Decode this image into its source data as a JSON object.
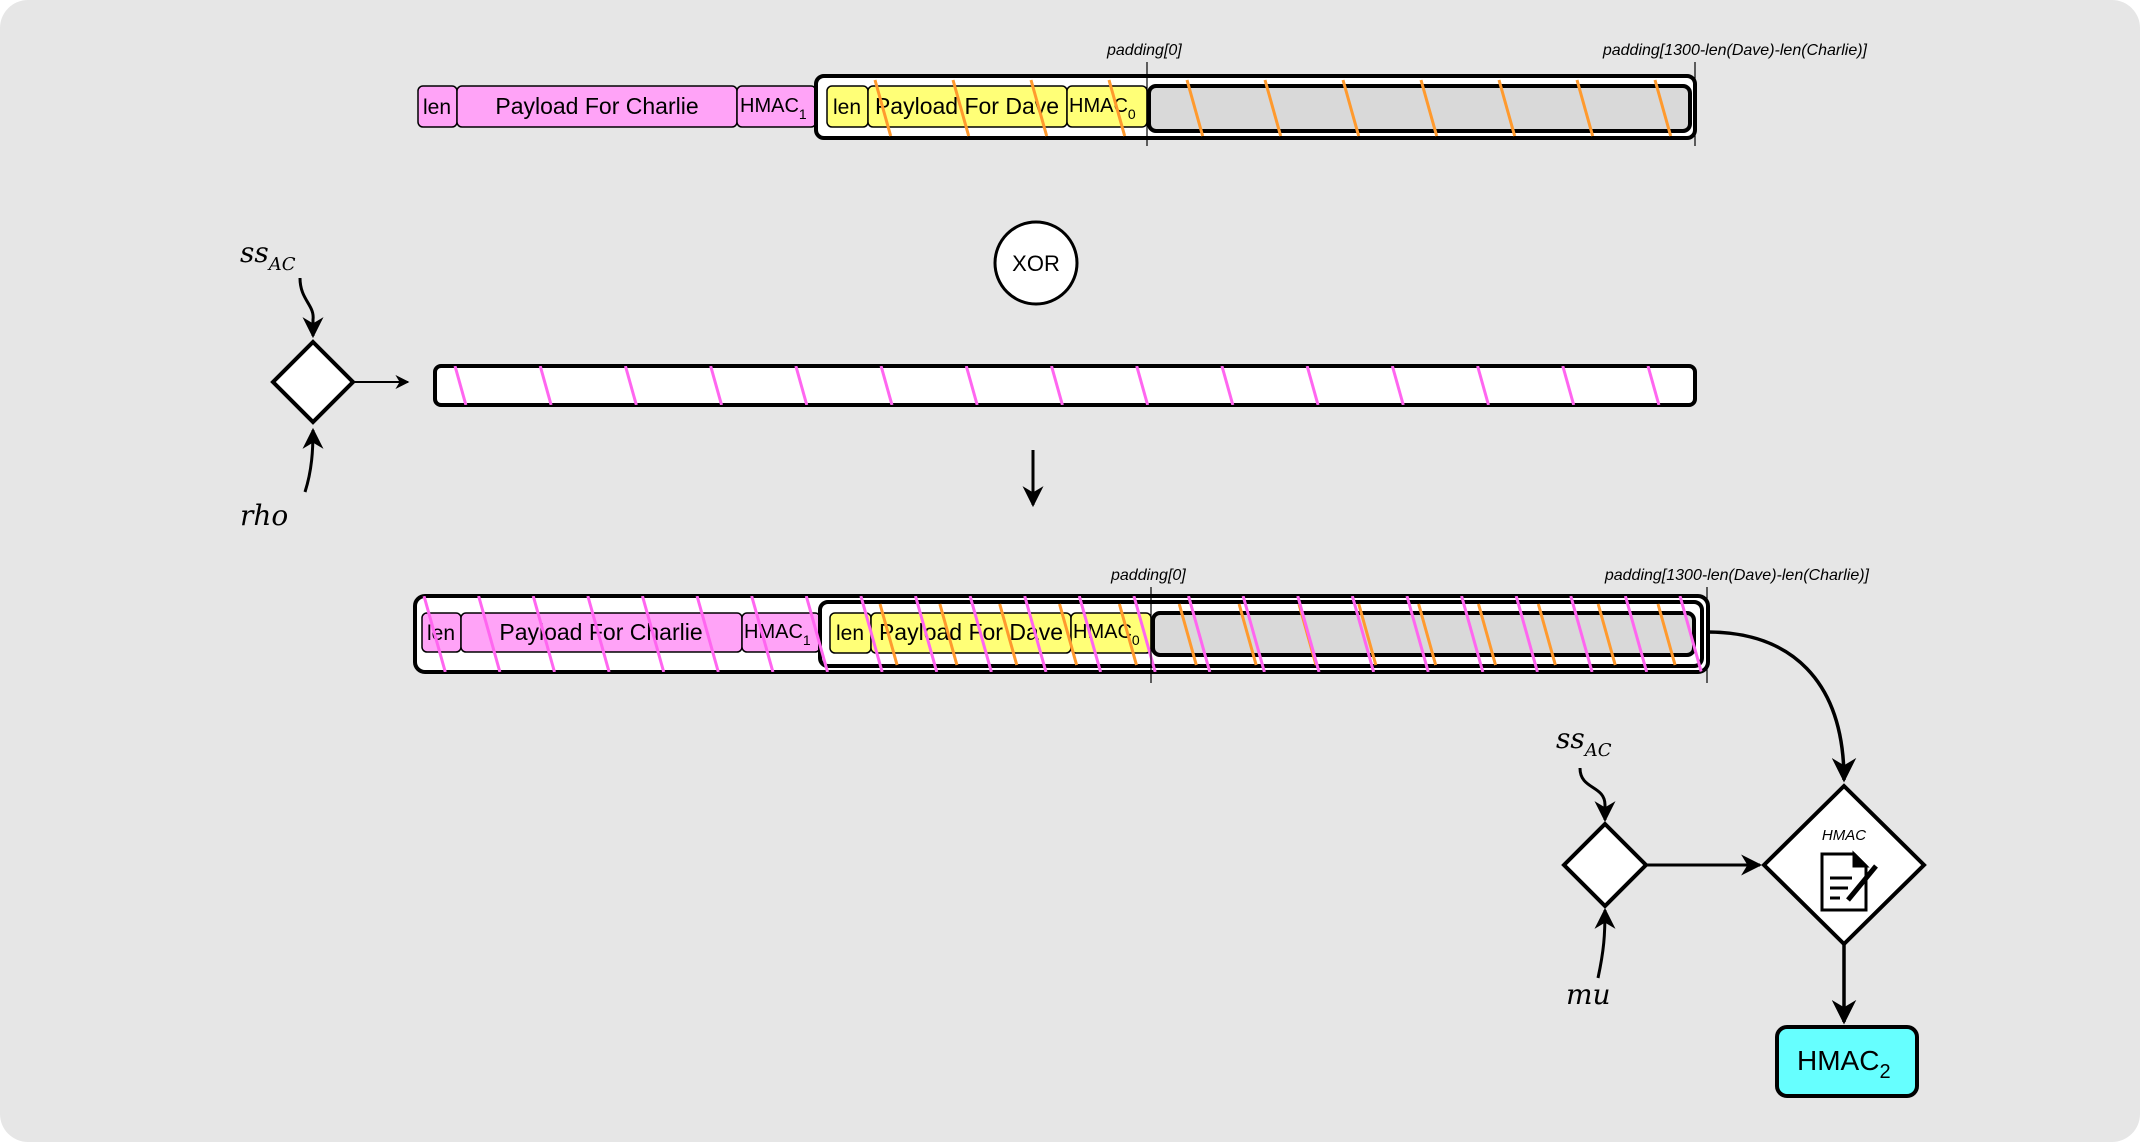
{
  "top_row": {
    "len_a": "len",
    "payload_charlie": "Payload For Charlie",
    "hmac1": "HMAC",
    "hmac1_sub": "1",
    "len_b": "len",
    "payload_dave": "Payload For Dave",
    "hmac0": "HMAC",
    "hmac0_sub": "0",
    "padding_start": "padding[0]",
    "padding_end": "padding[1300-len(Dave)-len(Charlie)]"
  },
  "xor_label": "XOR",
  "keygen": {
    "ss_label": "ss",
    "ss_sub": "AC",
    "rho_label": "rho"
  },
  "bottom_row": {
    "len_a": "len",
    "payload_charlie": "Payload For Charlie",
    "hmac1": "HMAC",
    "hmac1_sub": "1",
    "len_b": "len",
    "payload_dave": "Payload For Dave",
    "hmac0": "HMAC",
    "hmac0_sub": "0",
    "padding_start": "padding[0]",
    "padding_end": "padding[1300-len(Dave)-len(Charlie)]"
  },
  "mac": {
    "ss_label": "ss",
    "ss_sub": "AC",
    "mu_label": "mu",
    "hmac_op_label": "HMAC",
    "output_label": "HMAC",
    "output_sub": "2"
  },
  "colors": {
    "pink": "#ffa3f7",
    "yellow": "#ffff77",
    "grey": "#d9d9d9",
    "cyan": "#66ffff",
    "orange_stripe": "#ff9a2e",
    "pink_stripe": "#ff66f0",
    "background": "#e6e6e6"
  }
}
